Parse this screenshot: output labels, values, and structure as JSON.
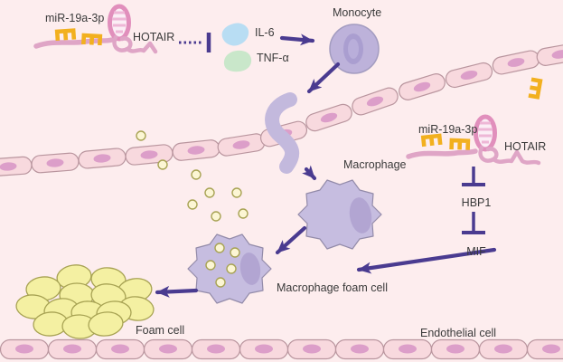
{
  "figure": {
    "type": "pathway-diagram",
    "description_labels_only": true
  },
  "labels": {
    "mir_left": "miR-19a-3p",
    "hotair_left": "HOTAIR",
    "il6": "IL-6",
    "tnf": "TNF-α",
    "monocyte": "Monocyte",
    "macrophage": "Macrophage",
    "mir_right": "miR-19a-3p",
    "hotair_right": "HOTAIR",
    "hbp1": "HBP1",
    "mif": "MIF",
    "macrophage_foam_cell": "Macrophage foam cell",
    "foam_cell": "Foam cell",
    "endothelial_cell": "Endothelial cell"
  },
  "colors": {
    "background": "#fdedee",
    "endothelial_fill": "#f8d9de",
    "endothelial_stroke": "#b9959e",
    "endothelial_nucleus": "#dc9ec9",
    "monocyte_fill": "#bdb2da",
    "macrophage_fill": "#c6bde0",
    "cell_nucleus_purple": "#afa2d1",
    "arrow": "#4a3b90",
    "rna_strand": "#dfa5c6",
    "mir_yellow": "#f2b01f",
    "foam_cell_yellow": "#f4f0a2",
    "foam_cell_stroke": "#a8a354",
    "lipid_dot_fill": "#fcf6d4",
    "il6_blob": "#b8ddf3",
    "tnf_blob": "#c9e7ca",
    "text": "#3a3a3a"
  }
}
